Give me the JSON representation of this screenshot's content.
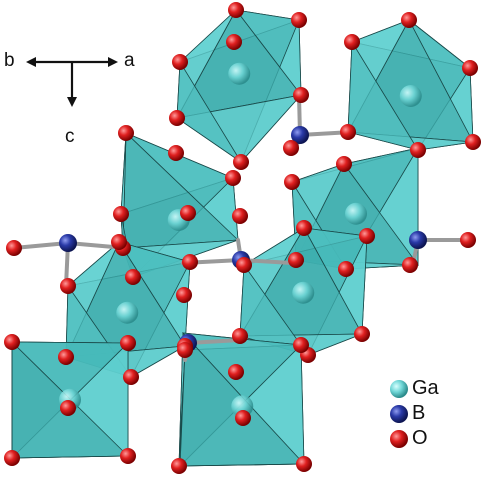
{
  "axes": {
    "a_label": "a",
    "b_label": "b",
    "c_label": "c"
  },
  "legend": {
    "items": [
      {
        "label": "Ga",
        "color": "#3fc6c6"
      },
      {
        "label": "B",
        "color": "#2a3aa8"
      },
      {
        "label": "O",
        "color": "#d21818"
      }
    ]
  },
  "colors": {
    "polyhedron": "#52c4c4",
    "edge": "#1a4a4a",
    "ga_atom": "#3fc6c6",
    "b_atom": "#2a3aa8",
    "o_atom": "#d21818",
    "bond": "#9a9a9a"
  }
}
